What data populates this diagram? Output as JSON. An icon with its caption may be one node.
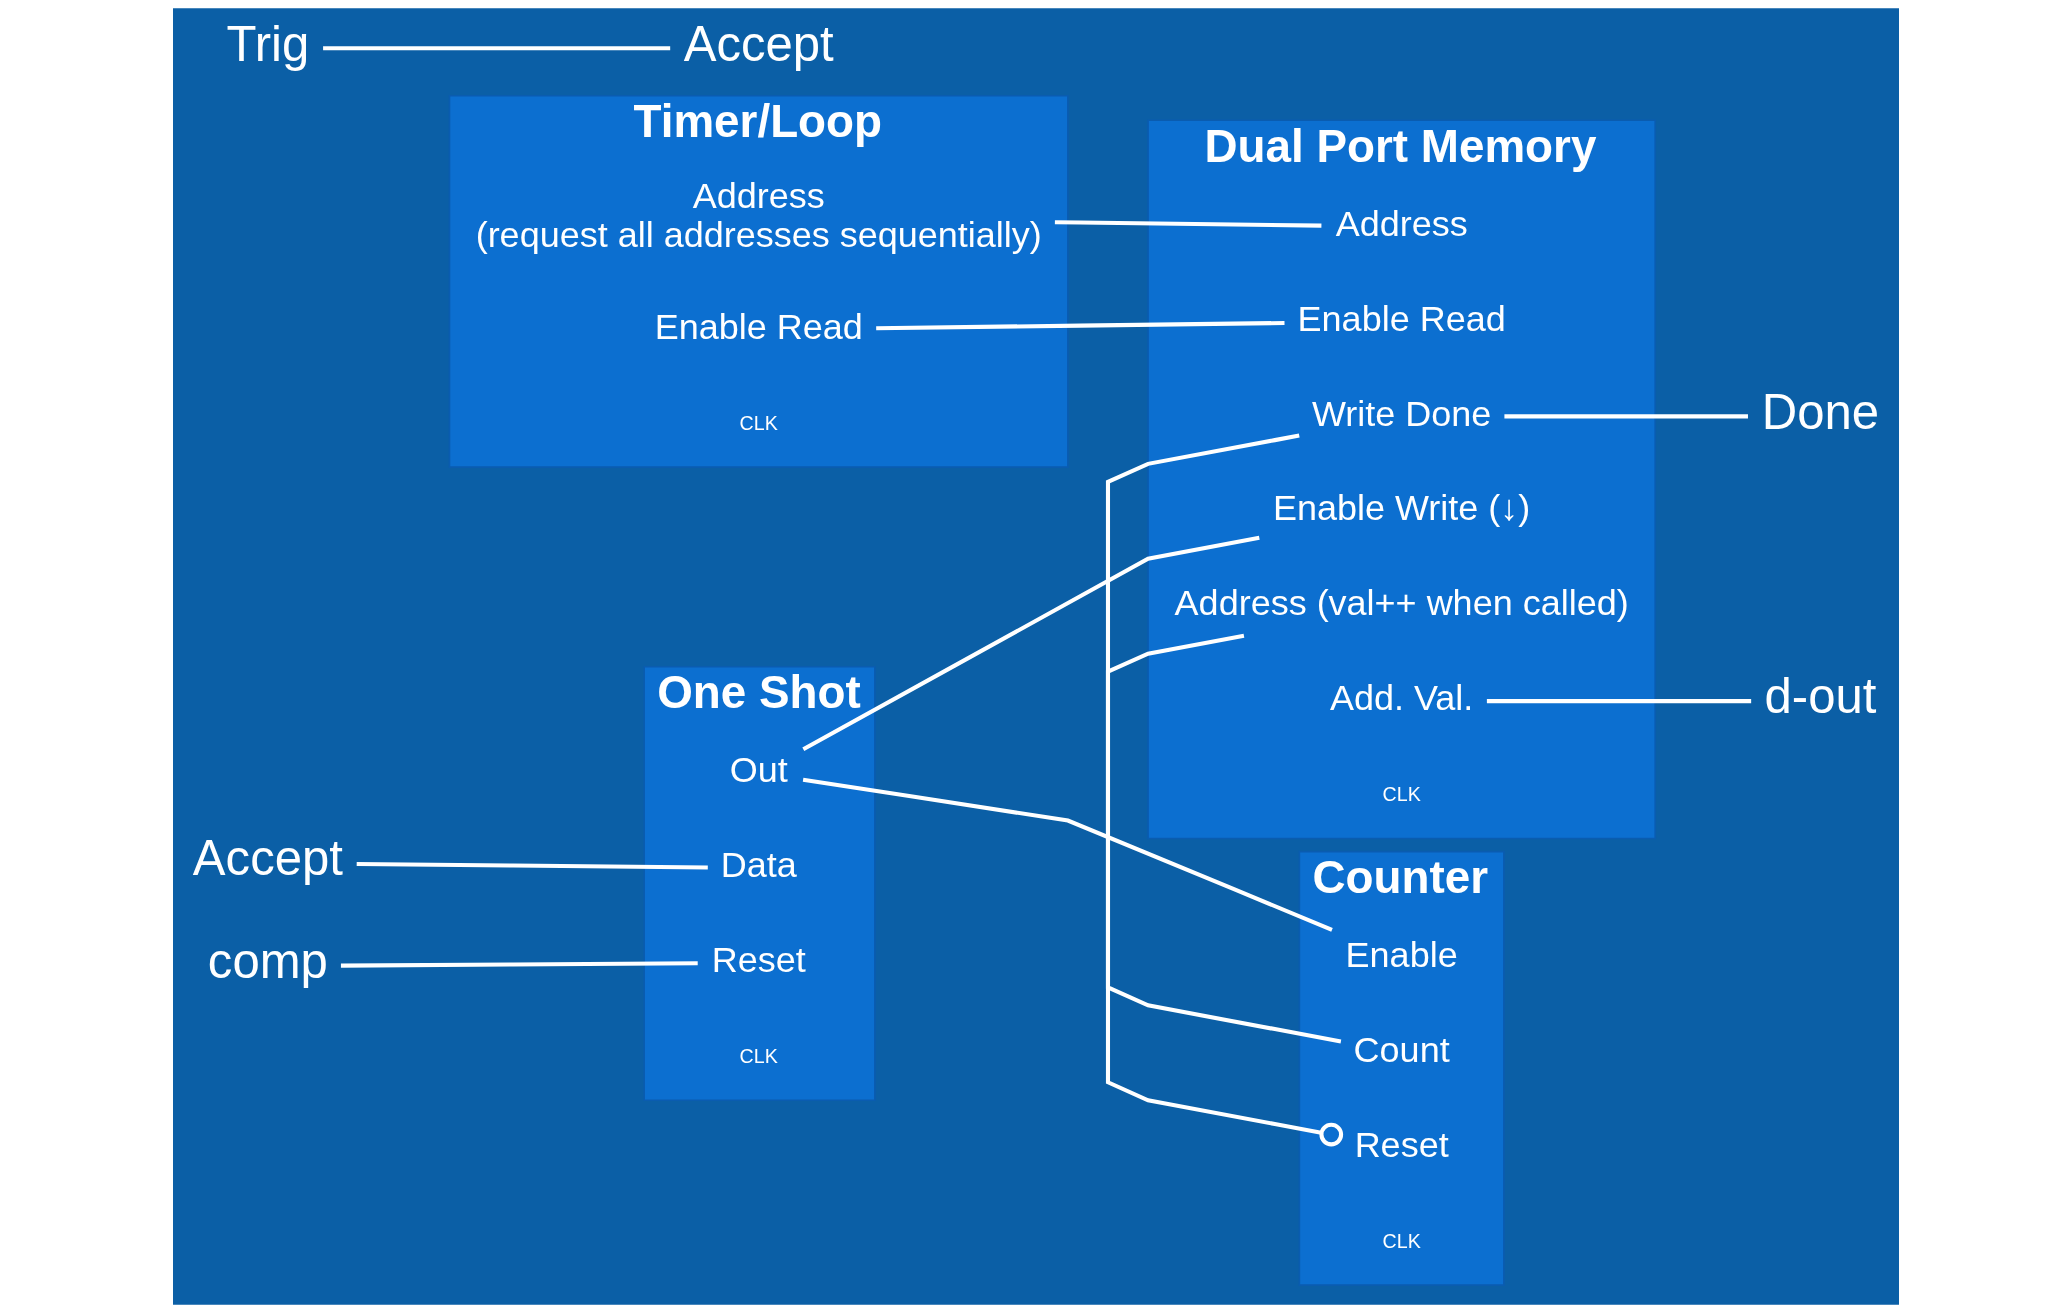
{
  "diagram": {
    "nodes": [
      {
        "text": [
          "One Shot"
        ]
      },
      {
        "text": [
          "Out"
        ],
        "in": 0
      },
      {
        "text": [
          "Data"
        ],
        "in": 0
      },
      {
        "text": [
          "Reset"
        ],
        "in": 0
      },
      {
        "text": [
          "CLK"
        ],
        "in": 0
      },
      {
        "text": [
          "Counter"
        ]
      },
      {
        "text": [
          "Enable"
        ],
        "in": 5
      },
      {
        "text": [
          "Count"
        ],
        "in": 5
      },
      {
        "text": [
          "Reset"
        ],
        "in": 5
      },
      {
        "text": [
          "CLK"
        ],
        "in": 5
      },
      {
        "text": [
          "Dual Port Memory"
        ]
      },
      {
        "text": [
          "Enable Write (↓)"
        ],
        "in": 10
      },
      {
        "text": [
          "Address (val++ when called)"
        ],
        "in": 10
      },
      {
        "text": [
          "Write Done"
        ],
        "in": 10
      },
      {
        "text": [
          "Enable Read"
        ],
        "in": 10
      },
      {
        "text": [
          "Address"
        ],
        "in": 10
      },
      {
        "text": [
          "Add. Val."
        ],
        "in": 10
      },
      {
        "text": [
          "CLK"
        ],
        "in": 10
      },
      {
        "text": [
          "Timer/Loop"
        ]
      },
      {
        "text": [
          "Enable Read"
        ],
        "in": 18
      },
      {
        "text": [
          "Address",
          "(request all addresses sequentially)"
        ],
        "in": 18
      },
      {
        "text": [
          "CLK"
        ],
        "in": 18
      },
      {
        "text": [
          "Accept"
        ]
      },
      {
        "text": [
          "comp"
        ]
      },
      {
        "text": [
          "Done"
        ]
      },
      {
        "text": [
          "Trig"
        ]
      },
      {
        "text": [
          "Accept"
        ]
      },
      {
        "text": [
          "d-out"
        ]
      }
    ],
    "edges": [
      {
        "from": 22,
        "to": 2,
        "arrow": "none"
      },
      {
        "from": 23,
        "to": 3,
        "arrow": "none"
      },
      {
        "from": 1,
        "to": 6,
        "arrow": "none"
      },
      {
        "from": 1,
        "to": 11,
        "arrow": "none"
      },
      {
        "from": 7,
        "to": 12,
        "arrow": "none"
      },
      {
        "from": 13,
        "to": 8,
        "arrow": "other"
      },
      {
        "from": 13,
        "to": 24,
        "arrow": "none"
      },
      {
        "from": 19,
        "to": 14,
        "arrow": "none"
      },
      {
        "from": 20,
        "to": 15,
        "arrow": "none"
      },
      {
        "from": 16,
        "to": 27,
        "arrow": "none"
      },
      {
        "from": 25,
        "to": 26,
        "arrow": "none"
      }
    ]
  }
}
